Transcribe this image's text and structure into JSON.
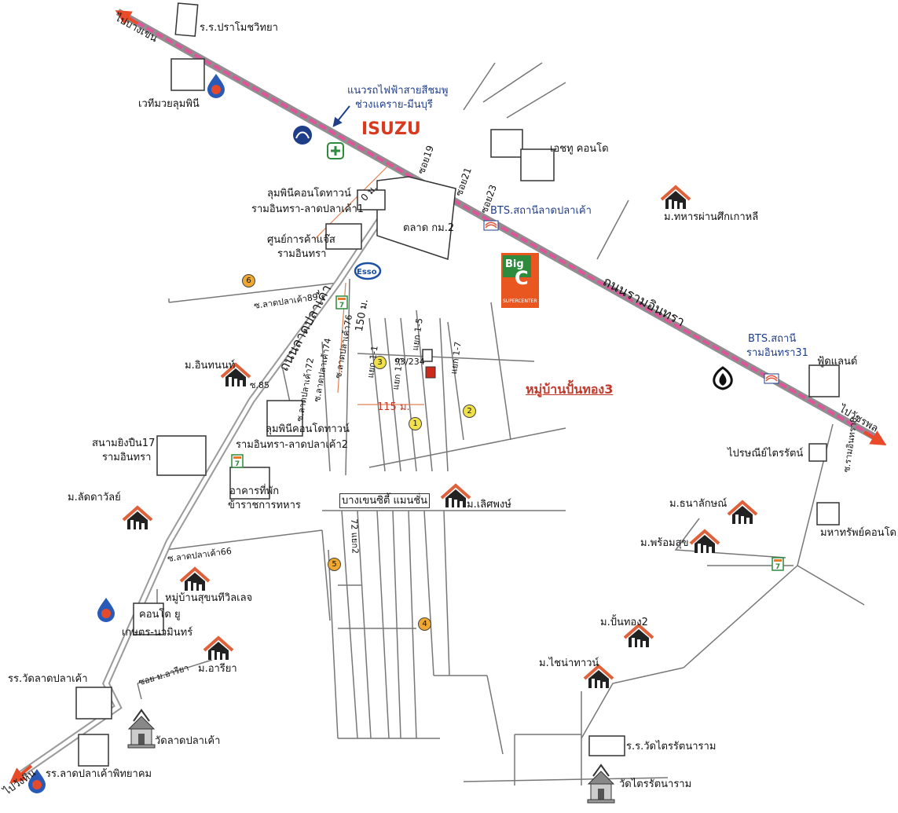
{
  "labels": {
    "to_bangkhen": "ไปบางเขน",
    "to_wangchin": "ไปวังหิน",
    "to_watcharaphon": "ไปวัชรพล",
    "pramote_school": "ร.ร.ปราโมชวิทยา",
    "lumpini_stage": "เวทีมวยลุมพินี",
    "pink_line_1": "แนวรถไฟฟ้าสายสีชมพู",
    "pink_line_2": "ช่วงแคราย-มีนบุรี",
    "isuzu": "ISUZU",
    "soi19": "ซอย19",
    "soi21": "ซอย21",
    "soi23": "ซอย23",
    "hchu_condo": "เอชทู คอนโด",
    "bts_latplakhao": "BTS.สถานีลาดปลาเค้า",
    "korean_vets": "ม.ทหารผ่านศึกเกาหลี",
    "lumpini_condo1_1": "ลุมพินีคอนโดทาวน์",
    "lumpini_condo1_2": "รามอินทรา-ลาดปลาเค้า1",
    "market_km2": "ตลาด กม.2",
    "jas_center_1": "ศูนย์การค้าแจ๊ส",
    "jas_center_2": "รามอินทรา",
    "dist_0": "0 ม.",
    "soi89": "ซ.ลาดปลาเค้า89",
    "esso": "Esso",
    "bigc_1": "Big",
    "bigc_2": "C",
    "bigc_3": "SUPERCENTER",
    "ramintra_road": "ถนนรามอินทรา",
    "latplakhao_road": "ถนนลาดปลาเค้า",
    "soi76": "ซ.ลาดปลาเค้า76",
    "soi74": "ซ.ลาดปลาเค้า74",
    "soi72": "ซ.ลาดปลาเค้า72",
    "dist_150": "150 ม.",
    "yaek15": "แยก 1-5",
    "yaek17": "แยก 1-7",
    "yaek13": "แยก 1-3",
    "yaek11": "แยก 1-1",
    "house_no": "93/234",
    "bts_ramintra_1": "BTS.สถานี",
    "bts_ramintra_2": "รามอินทรา31",
    "foodland": "ฟู้ดแลนด์",
    "m_inthanon": "ม.อินทนนท์",
    "soi85": "ซ.85",
    "village_panthong3": "หมู่บ้านปั้นทอง3",
    "dist_115": "115 ม.",
    "lumpini_condo2_1": "ลุมพินีคอนโดทาวน์",
    "lumpini_condo2_2": "รามอินทรา-ลาดปลาเค้า2",
    "shooting_1": "สนามยิงปืน17",
    "shooting_2": "รามอินทรา",
    "soi_ramintra8": "ซ.รามอินทรา8",
    "post_office": "ไปรษณีย์ไตรรัตน์",
    "military_1": "อาคารที่พัก",
    "military_2": "ข้าราชการทหาร",
    "m_ladda": "ม.ลัดดาวัลย์",
    "bangkhen_city": "บางเขนซิตี้ แมนชั่น",
    "m_loetphong": "ม.เลิศพงษ์",
    "m_thanalak": "ม.ธนาลักษณ์",
    "mahasap_condo": "มหาทรัพย์คอนโด",
    "soi72_yaek2": "72 แยก2",
    "m_phromsuk": "ม.พร้อมสุข",
    "soi66": "ซ.ลาดปลาเค้า66",
    "sukhonthee": "หมู่บ้านสุขนทีวิลเลจ",
    "condo_u_1": "คอนโด ยู",
    "condo_u_2": "เกษตร-นวมินทร์",
    "m_panthong2": "ม.ปั้นทอง2",
    "soi_m_ariya": "ซอย ม.อารียา",
    "m_ariya": "ม.อารียา",
    "m_chaina": "ม.ไชน่าทาวน์",
    "wat_school": "รร.วัดลาดปลาเค้า",
    "wat_latplakhao": "วัดลาดปลาเค้า",
    "wat_trairat_school": "ร.ร.วัดไตรรัตนาราม",
    "latplakhao_pit": "รร.ลาดปลาเค้าพิทยาคม",
    "wat_trairat": "วัดไตรรัตนาราม"
  },
  "markers": [
    "1",
    "2",
    "3",
    "4",
    "5",
    "6"
  ],
  "colors": {
    "pink_line": "#e0559a",
    "main_road": "#8f8f8f",
    "arrow": "#e84a2a",
    "target": "#cc2a1a",
    "house_roof": "#e0603a",
    "esso": "#1b4fa3",
    "bigc": "#e9561f",
    "seven": "#2e8b3e"
  }
}
